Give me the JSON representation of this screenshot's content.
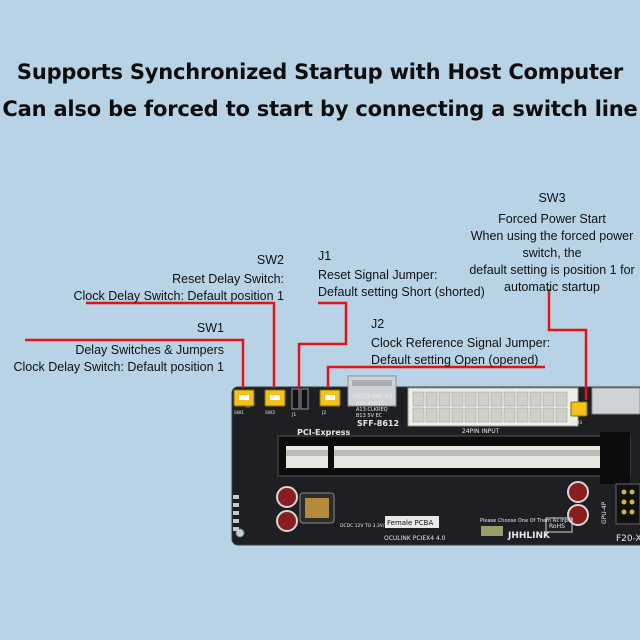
{
  "headline": {
    "line1": "Supports Synchronized Startup with Host Computer",
    "line2": "Can also be forced to start by connecting a switch line"
  },
  "annotations": {
    "sw3": {
      "title": "SW3",
      "lines": [
        "Forced Power Start",
        "When using the forced power",
        "switch, the",
        "default setting is position 1 for",
        "automatic startup"
      ]
    },
    "sw2": {
      "title": "SW2",
      "lines": [
        "Reset Delay Switch:",
        "Clock Delay Switch: Default position 1"
      ]
    },
    "j1": {
      "title": "J1",
      "lines": [
        "Reset Signal Jumper:",
        "Default setting Short (shorted)"
      ]
    },
    "j2": {
      "title": "J2",
      "lines": [
        "Clock Reference Signal Jumper:",
        "Default setting Open (opened)"
      ]
    },
    "sw1": {
      "title": "SW1",
      "lines": [
        "Delay Switches & Jumpers",
        "Clock Delay Switch: Default position 1"
      ]
    }
  },
  "board": {
    "oculink_label": "OCULINK X4",
    "pin_notes": [
      "A12:PERST",
      "A13:CLKREQ",
      "B13 5V EC"
    ],
    "sff_label": "SFF-8612",
    "pcie_label": "PCI-Express",
    "power_label": "24PIN INPUT",
    "female_label": "Female PCBA",
    "product_label": "OCULINK PCIEX4 4.0",
    "brand_label": "JHHLINK",
    "dc_label": "DCDC 12V TO 3.3V/3A",
    "choose_note": "Please Choose One Of Them As Input",
    "rohs_label": "RoHS",
    "gpu_label": "GPU-4P",
    "model_label": "F20-X",
    "component_labels": [
      "SW1",
      "SW2",
      "J1",
      "J2",
      "SW3"
    ]
  },
  "colors": {
    "background": "#b9d3e6",
    "callout_line": "#e01414",
    "pcb": "#1e1f22",
    "switch_yellow": "#f2c21a"
  }
}
